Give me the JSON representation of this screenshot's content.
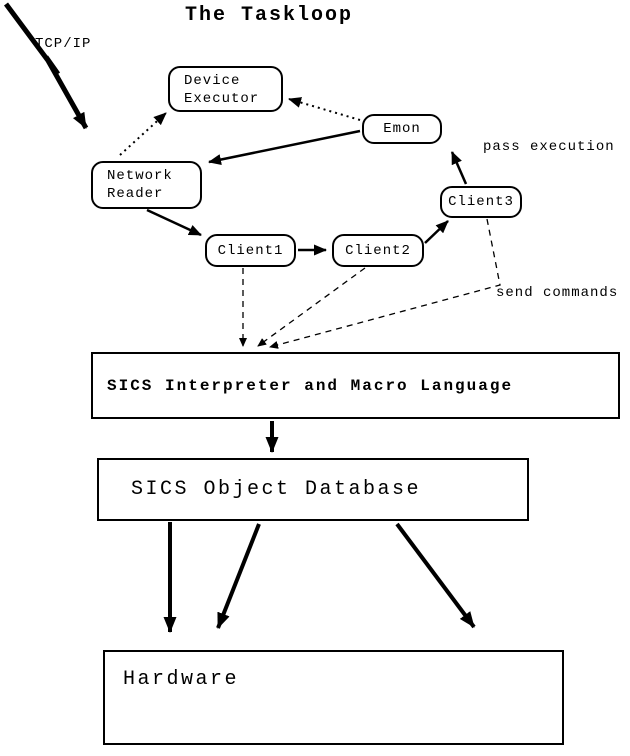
{
  "title": "The Taskloop",
  "labels": {
    "tcpip": "TCP/IP",
    "pass_execution": "pass execution",
    "send_commands": "send commands"
  },
  "nodes": {
    "device_executor": {
      "label": "Device\nExecutor"
    },
    "emon": {
      "label": "Emon"
    },
    "network_reader": {
      "label": "Network\nReader"
    },
    "client1": {
      "label": "Client1"
    },
    "client2": {
      "label": "Client2"
    },
    "client3": {
      "label": "Client3"
    }
  },
  "boxes": {
    "interpreter": {
      "label": "SICS Interpreter and Macro Language"
    },
    "database": {
      "label": "SICS Object Database"
    },
    "hardware": {
      "label": "Hardware"
    }
  },
  "colors": {
    "ink": "#000000",
    "background": "#ffffff"
  },
  "edges": [
    {
      "from": "tcp-ip",
      "to": "network-reader",
      "style": "thick-zigzag"
    },
    {
      "from": "network-reader",
      "to": "device-executor",
      "style": "dotted"
    },
    {
      "from": "emon",
      "to": "device-executor",
      "style": "dotted"
    },
    {
      "from": "emon",
      "to": "network-reader",
      "style": "solid"
    },
    {
      "from": "client3",
      "to": "emon",
      "style": "solid",
      "label": "pass execution"
    },
    {
      "from": "network-reader",
      "to": "client1",
      "style": "solid"
    },
    {
      "from": "client1",
      "to": "client2",
      "style": "solid"
    },
    {
      "from": "client2",
      "to": "client3",
      "style": "solid"
    },
    {
      "from": "client1",
      "to": "sics-interpreter",
      "style": "dashed",
      "label": "send commands"
    },
    {
      "from": "client2",
      "to": "sics-interpreter",
      "style": "dashed",
      "label": "send commands"
    },
    {
      "from": "client3",
      "to": "sics-interpreter",
      "style": "dashed",
      "label": "send commands"
    },
    {
      "from": "sics-interpreter",
      "to": "sics-object-database",
      "style": "thick"
    },
    {
      "from": "sics-object-database",
      "to": "hardware",
      "style": "thick"
    },
    {
      "from": "sics-object-database",
      "to": "hardware",
      "style": "thick"
    },
    {
      "from": "sics-object-database",
      "to": "hardware",
      "style": "thick"
    }
  ]
}
